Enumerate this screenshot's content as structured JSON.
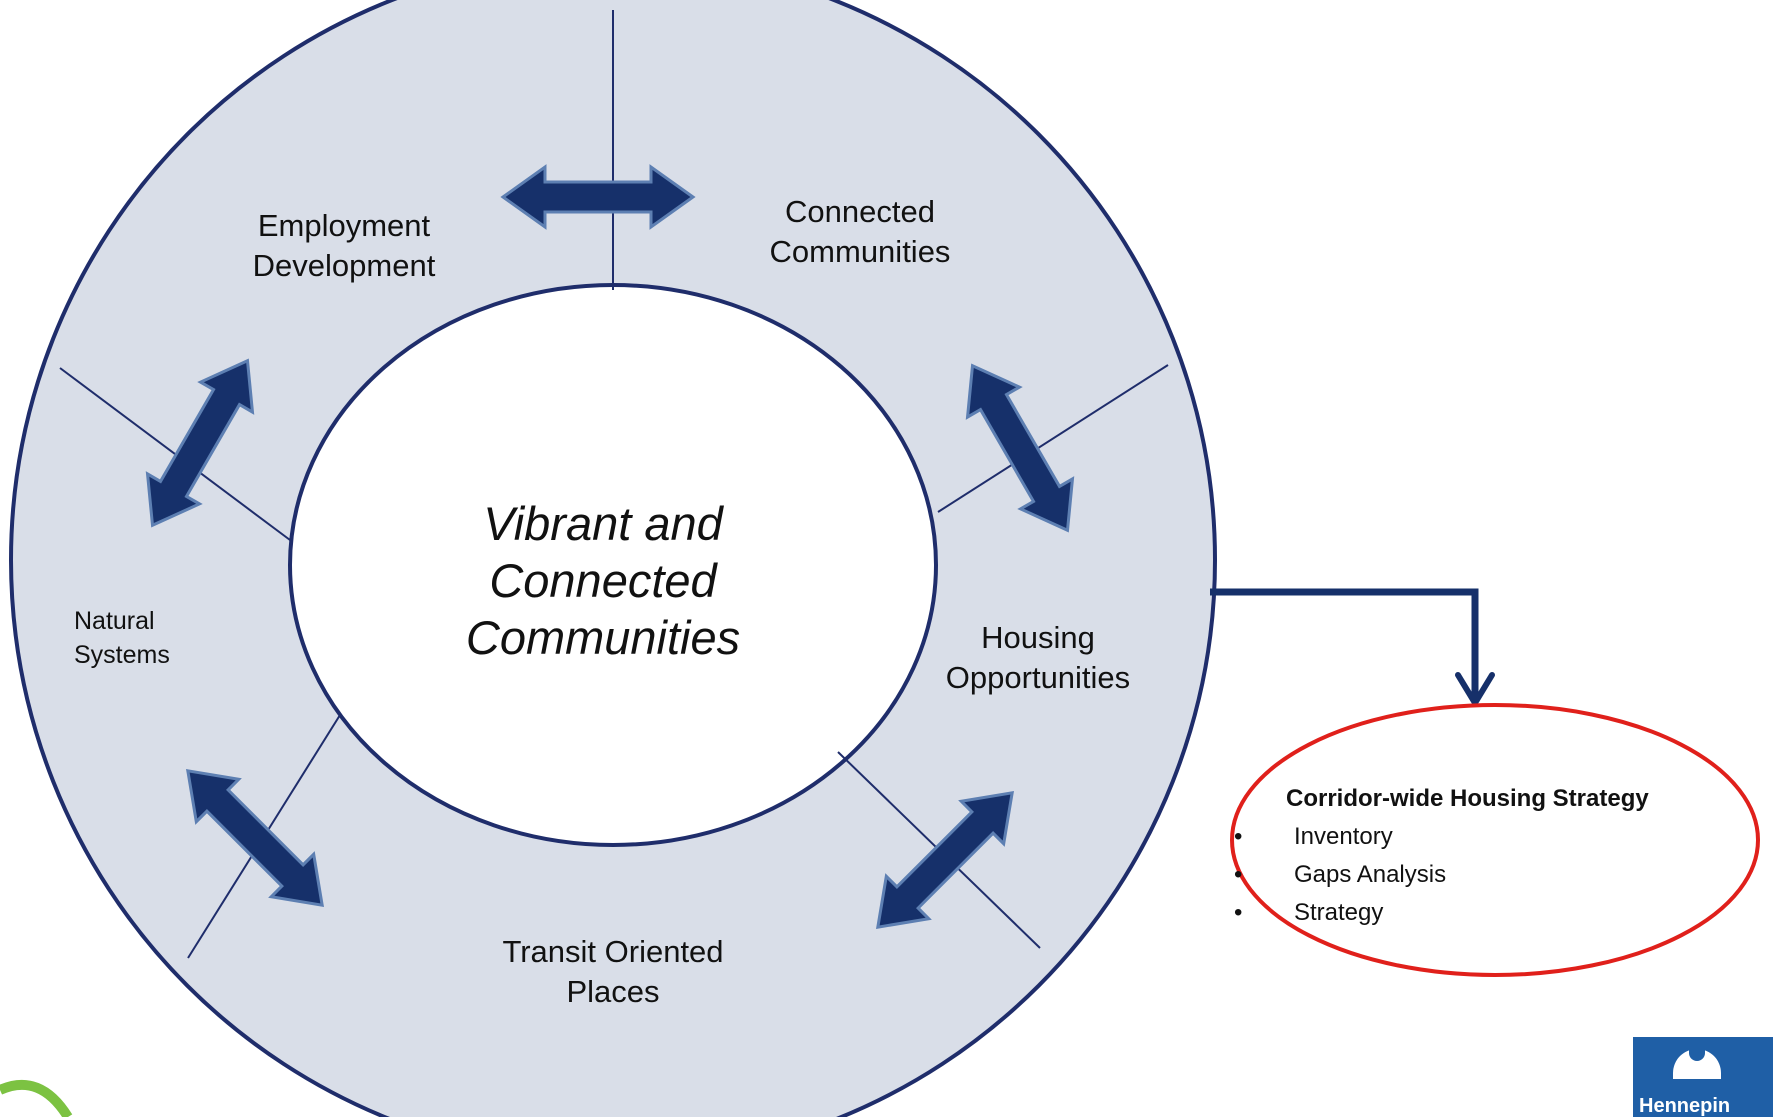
{
  "diagram": {
    "center": [
      "Vibrant and",
      "Connected",
      "Communities"
    ],
    "segments": {
      "employment_development": [
        "Employment",
        "Development"
      ],
      "connected_communities": [
        "Connected",
        "Communities"
      ],
      "housing_opportunities": [
        "Housing",
        "Opportunities"
      ],
      "transit_oriented_places": [
        "Transit Oriented",
        "Places"
      ],
      "natural_systems": [
        "Natural",
        "Systems"
      ]
    },
    "callout": {
      "title": "Corridor-wide Housing Strategy",
      "items": [
        "Inventory",
        "Gaps Analysis",
        "Strategy"
      ]
    }
  },
  "logo": {
    "name": "Hennepin",
    "icon": "hennepin-logo-icon"
  },
  "colors": {
    "ring_fill": "#d9dee8",
    "ring_stroke": "#1f2d6b",
    "arrow_fill": "#16306a",
    "arrow_stroke": "#5d7fb2",
    "callout_border": "#e0201b",
    "logo_blue": "#1f5fa6",
    "green_accent": "#7cc242"
  }
}
